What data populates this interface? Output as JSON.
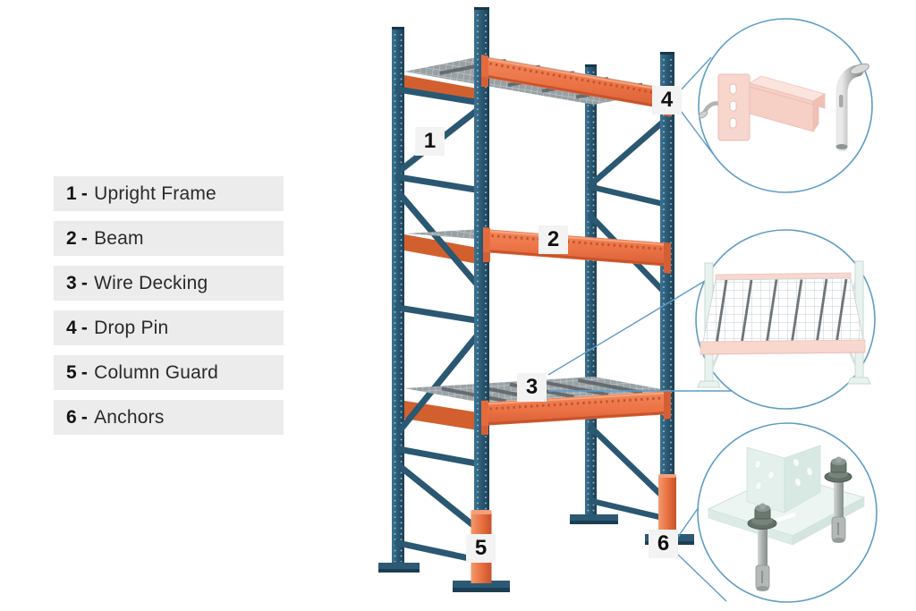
{
  "legend": {
    "separator": "-",
    "items": [
      {
        "number": "1",
        "label": "Upright Frame"
      },
      {
        "number": "2",
        "label": "Beam"
      },
      {
        "number": "3",
        "label": "Wire Decking"
      },
      {
        "number": "4",
        "label": "Drop Pin"
      },
      {
        "number": "5",
        "label": "Column Guard"
      },
      {
        "number": "6",
        "label": "Anchors"
      }
    ]
  },
  "markers": [
    {
      "number": "1",
      "part": "Upright Frame"
    },
    {
      "number": "2",
      "part": "Beam"
    },
    {
      "number": "3",
      "part": "Wire Decking"
    },
    {
      "number": "4",
      "part": "Drop Pin"
    },
    {
      "number": "5",
      "part": "Column Guard"
    },
    {
      "number": "6",
      "part": "Anchors"
    }
  ],
  "callouts": [
    {
      "marker": "4",
      "name": "drop-pin-detail"
    },
    {
      "marker": "3",
      "name": "wire-decking-detail"
    },
    {
      "marker": "6",
      "name": "anchors-detail"
    }
  ],
  "colors": {
    "background": "#FFFFFF",
    "frame_teal": "#2C5C77",
    "frame_teal_dark": "#1C3F54",
    "beam_orange": "#EC7447",
    "beam_orange_dark": "#C7522A",
    "deck_gray": "#98A0A4",
    "callout_pink": "#F7D6CD",
    "callout_teal": "#E9F2EF",
    "leader_blue": "#5D9DC5",
    "legend_background": "#ECECEC",
    "badge_background": "#F3F3F3",
    "text": "#141414"
  }
}
